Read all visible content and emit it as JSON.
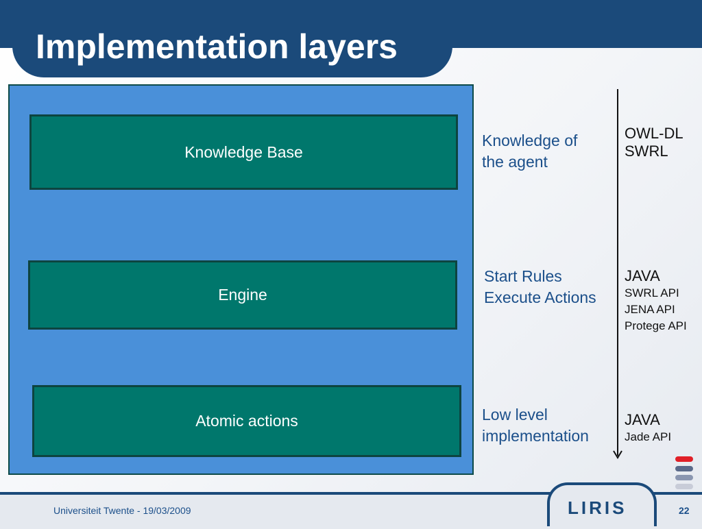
{
  "slide": {
    "title": "Implementation layers",
    "layers": [
      {
        "label": "Knowledge Base"
      },
      {
        "label": "Engine"
      },
      {
        "label": "Atomic actions"
      }
    ],
    "descriptions": [
      {
        "line1": "Knowledge of",
        "line2": "the agent"
      },
      {
        "line1": "Start Rules",
        "line2": "Execute Actions"
      },
      {
        "line1": "Low level",
        "line2": "implementation"
      }
    ],
    "technologies": [
      {
        "main": [
          "OWL-DL",
          "SWRL"
        ],
        "sub": []
      },
      {
        "main": [
          "JAVA"
        ],
        "sub": [
          "SWRL API",
          "JENA API",
          "Protege API"
        ]
      },
      {
        "main": [
          "JAVA"
        ],
        "sub": [
          "Jade API"
        ]
      }
    ]
  },
  "footer": {
    "text": "Universiteit Twente - 19/03/2009",
    "page_number": "22",
    "logo_text": "LIRIS"
  },
  "colors": {
    "header": "#1b4a7a",
    "diagram_background": "#4a90d9",
    "layer_fill": "#00776c",
    "description_text": "#1b4f8a",
    "bar_colors": [
      "#e02028",
      "#5a6a8a",
      "#8a96b0",
      "#c8ccd8"
    ]
  }
}
